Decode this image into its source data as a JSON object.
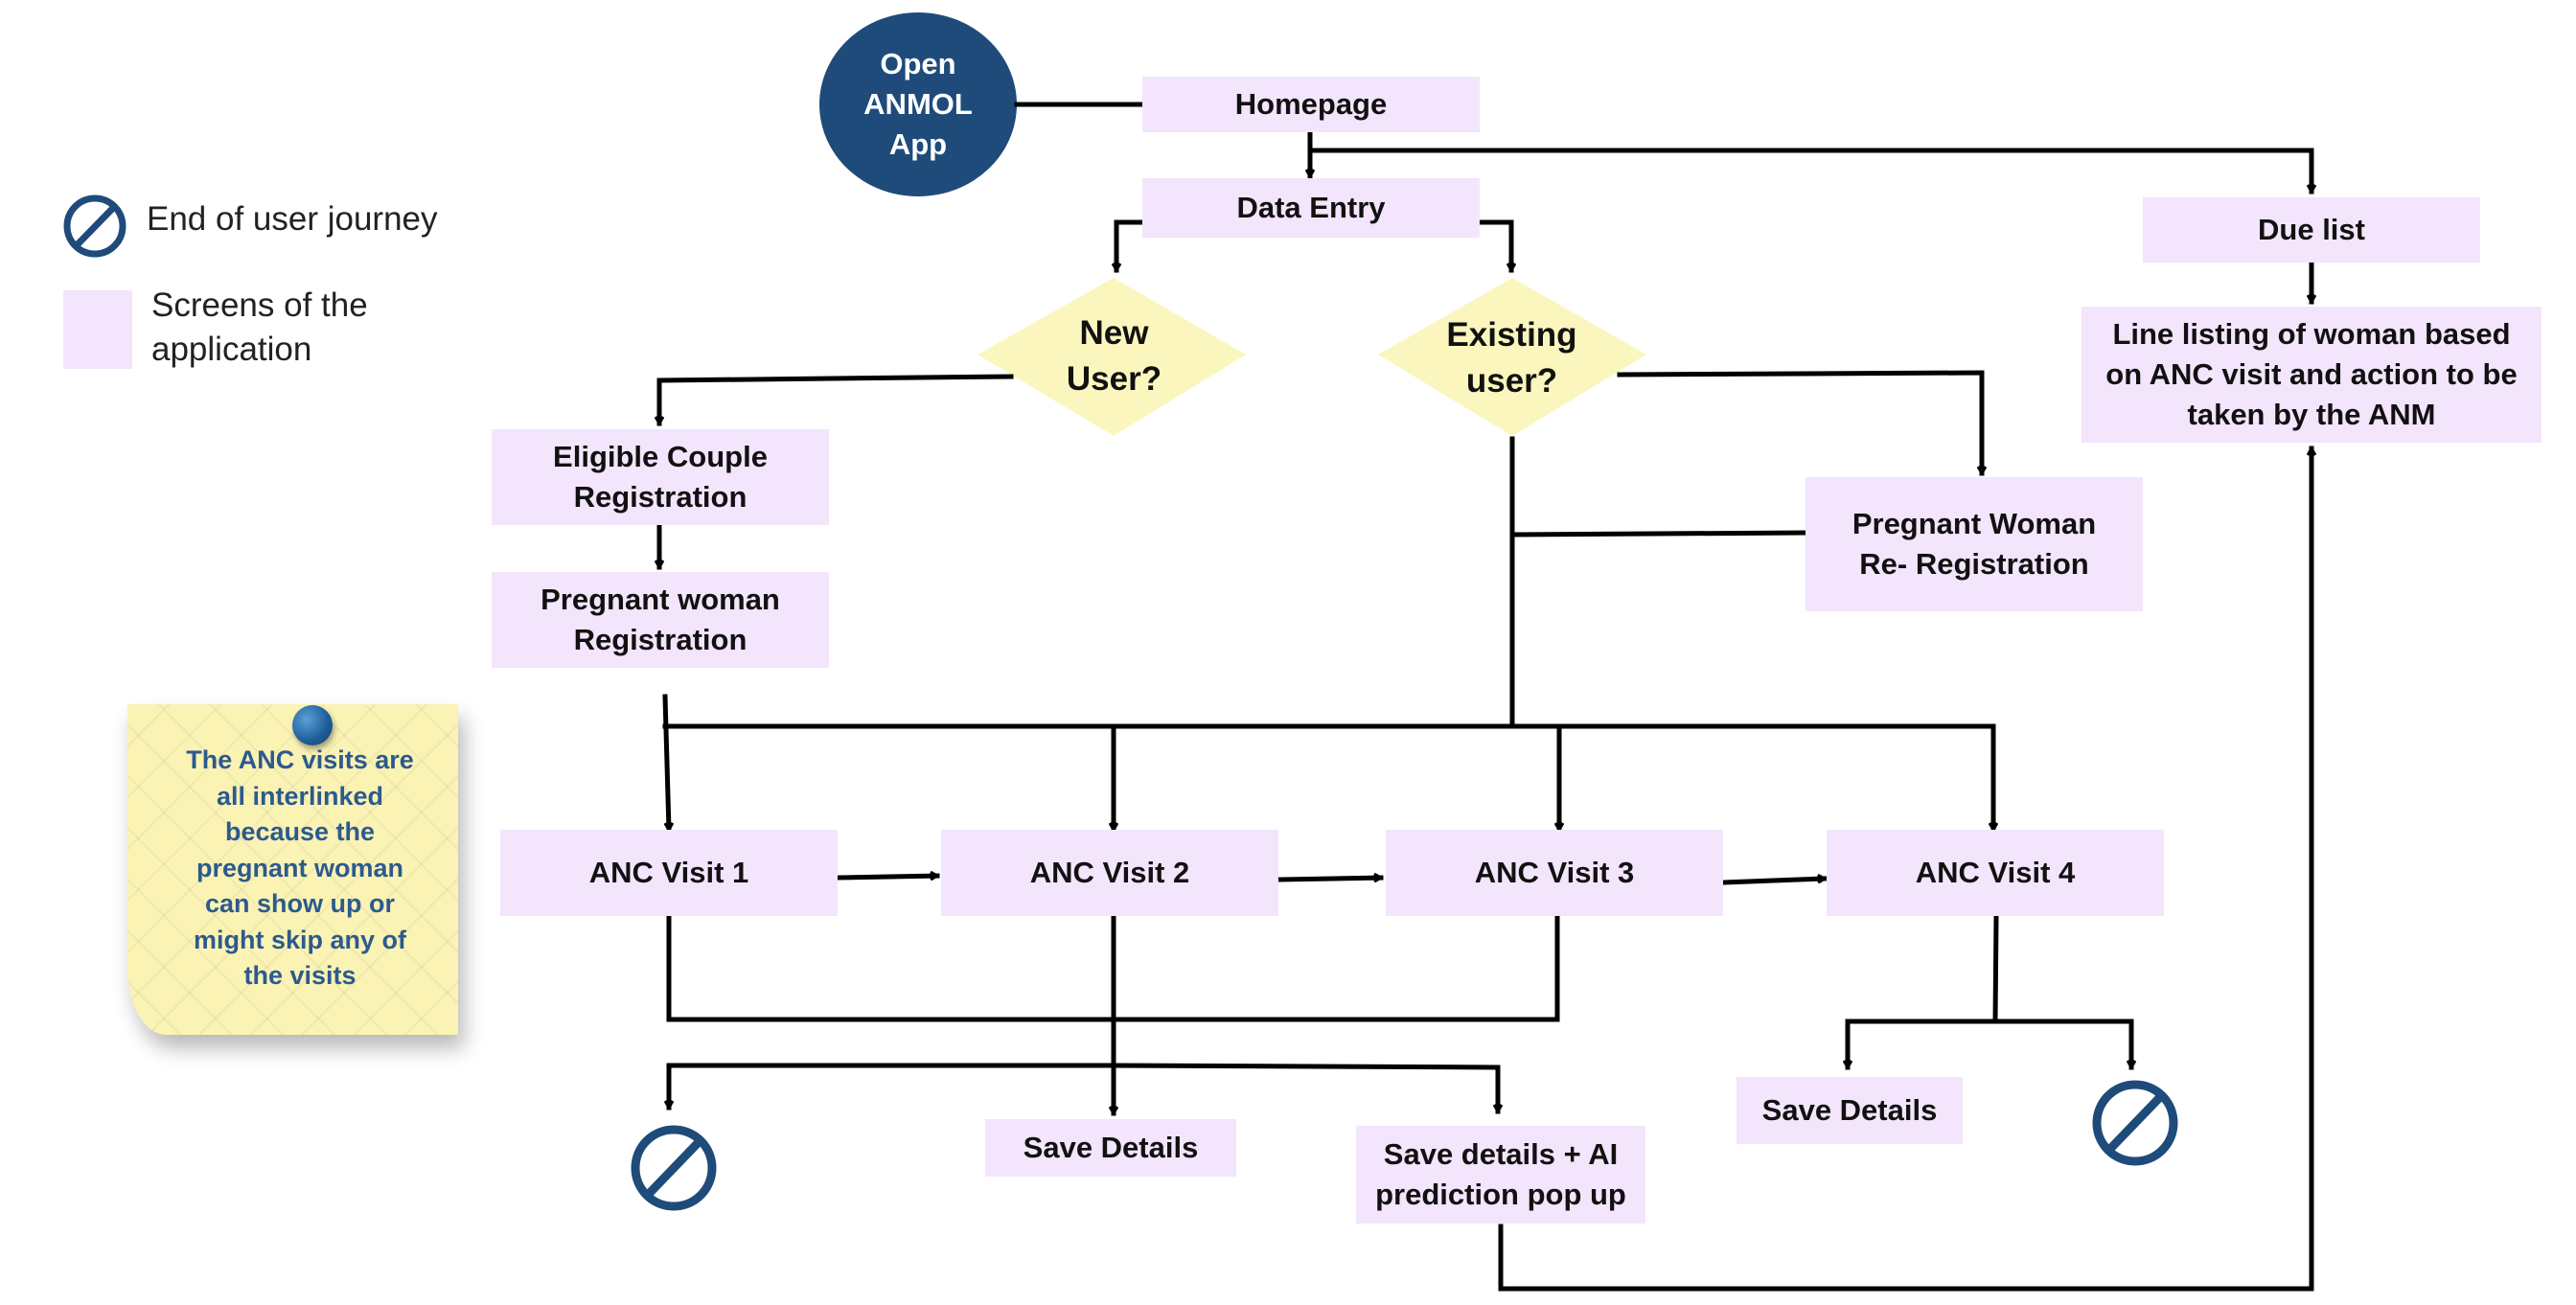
{
  "start": {
    "line1": "Open",
    "line2": "ANMOL",
    "line3": "App"
  },
  "legend": {
    "end_label": "End of user journey",
    "screens_line1": "Screens of the",
    "screens_line2": "application"
  },
  "nodes": {
    "homepage": "Homepage",
    "data_entry": "Data Entry",
    "due_list": "Due list",
    "line_listing": {
      "l1": "Line listing of woman based",
      "l2": "on ANC visit and action to be",
      "l3": "taken by the ANM"
    },
    "new_user": {
      "l1": "New",
      "l2": "User?"
    },
    "existing_user": {
      "l1": "Existing",
      "l2": "user?"
    },
    "eligible_couple": {
      "l1": "Eligible Couple",
      "l2": "Registration"
    },
    "pregnant_woman_reg": {
      "l1": "Pregnant woman",
      "l2": "Registration"
    },
    "pregnant_woman_rereg": {
      "l1": "Pregnant Woman",
      "l2": "Re- Registration"
    },
    "anc1": "ANC Visit 1",
    "anc2": "ANC Visit 2",
    "anc3": "ANC Visit 3",
    "anc4": "ANC Visit 4",
    "save_details_1": "Save Details",
    "save_details_2": "Save Details",
    "save_ai": {
      "l1": "Save details + AI",
      "l2": "prediction pop up"
    }
  },
  "note": {
    "lines": [
      "The ANC visits are",
      "all interlinked",
      "because the",
      "pregnant woman",
      "can show up or",
      "might skip any of",
      "the visits"
    ]
  },
  "colors": {
    "screen_fill": "#f3e5fb",
    "decision_fill": "#fbf6bd",
    "start_fill": "#1f4b7a",
    "end_icon": "#1f4b7a",
    "note_fill": "#fbf3b4",
    "note_text": "#2c5a8f",
    "connector": "#000000"
  }
}
